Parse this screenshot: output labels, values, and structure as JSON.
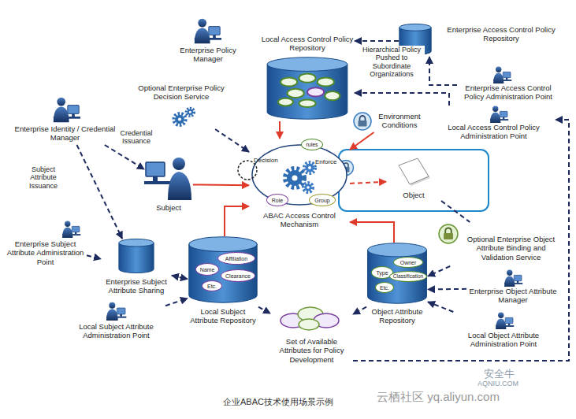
{
  "diagram": {
    "caption": "企业ABAC技术使用场景示例",
    "nodes": [
      {
        "text": [
          "Enterprise Policy Manager"
        ]
      },
      {
        "text": [
          "Local Access Control Policy Repository"
        ]
      },
      {
        "text": [
          "Enterprise Access Control Policy Repository"
        ]
      },
      {
        "text": [
          "Enterprise Access Control Policy Administration Point"
        ]
      },
      {
        "text": [
          "Optional Enterprise Policy Decision Service"
        ]
      },
      {
        "text": [
          "Enterprise Identity / Credential Manager"
        ]
      },
      {
        "text": [
          "Local Access Control Policy Administration Point"
        ]
      },
      {
        "text": [
          "Environment Conditions"
        ]
      },
      {
        "text": [
          "Subject"
        ]
      },
      {
        "text": [
          "ABAC Access Control Mechanism"
        ]
      },
      {
        "text": [
          "rules"
        ],
        "in": 9
      },
      {
        "text": [
          "Role"
        ],
        "in": 9
      },
      {
        "text": [
          "Group"
        ],
        "in": 9
      },
      {
        "text": [
          "Object"
        ]
      },
      {
        "text": [
          "Enterprise Subject Attribute Administration Point"
        ]
      },
      {
        "text": [
          "Optional Enterprise Object Attribute Binding and Validation Service"
        ]
      },
      {
        "text": [
          "Enterprise Subject Attribute Sharing"
        ]
      },
      {
        "text": [
          "Local Subject Attribute Repository"
        ]
      },
      {
        "text": [
          "Name"
        ],
        "in": 17
      },
      {
        "text": [
          "Affiliation"
        ],
        "in": 17
      },
      {
        "text": [
          "Clearance"
        ],
        "in": 17
      },
      {
        "text": [
          "Etc."
        ],
        "in": 17
      },
      {
        "text": [
          "Object Attribute Repository"
        ]
      },
      {
        "text": [
          "Type"
        ],
        "in": 22
      },
      {
        "text": [
          "Owner"
        ],
        "in": 22
      },
      {
        "text": [
          "Classification"
        ],
        "in": 22
      },
      {
        "text": [
          "Etc."
        ],
        "in": 22
      },
      {
        "text": [
          "Enterprise Object Attribute Manager"
        ]
      },
      {
        "text": [
          "Local Subject Attribute Administration Point"
        ]
      },
      {
        "text": [
          "Set of Available Attributes for Policy Development"
        ]
      },
      {
        "text": [
          "Local Object Attribute Administration Point"
        ]
      }
    ],
    "edges": [
      {
        "from": 2,
        "to": 1,
        "arrow": "to",
        "label": "Hierarchical Policy Pushed to Subordinate Organizations"
      },
      {
        "from": 3,
        "to": 2,
        "arrow": "to"
      },
      {
        "from": 6,
        "to": 1,
        "arrow": "to"
      },
      {
        "from": 1,
        "to": 9,
        "arrow": "to"
      },
      {
        "from": 7,
        "to": 9,
        "arrow": "to"
      },
      {
        "from": 8,
        "to": 9,
        "arrow": "to"
      },
      {
        "from": 4,
        "to": 9,
        "arrow": "to"
      },
      {
        "from": 9,
        "to": 13,
        "arrow": "to"
      },
      {
        "from": 5,
        "to": 8,
        "arrow": "to",
        "label": "Credential Issuance"
      },
      {
        "from": 5,
        "to": 16,
        "arrow": "to",
        "label": "Subject Attribute Issuance"
      },
      {
        "from": 14,
        "to": 16,
        "arrow": "to"
      },
      {
        "from": 16,
        "to": 17,
        "arrow": "both"
      },
      {
        "from": 28,
        "to": 17,
        "arrow": "to"
      },
      {
        "from": 17,
        "to": 9,
        "arrow": "to"
      },
      {
        "from": 22,
        "to": 9,
        "arrow": "to"
      },
      {
        "from": 17,
        "to": 29,
        "arrow": "to"
      },
      {
        "from": 22,
        "to": 29,
        "arrow": "to"
      },
      {
        "from": 13,
        "to": 15,
        "arrow": "none"
      },
      {
        "from": 15,
        "to": 22,
        "arrow": "to"
      },
      {
        "from": 27,
        "to": 22,
        "arrow": "to"
      },
      {
        "from": 30,
        "to": 22,
        "arrow": "to"
      },
      {
        "from": 29,
        "to": 6,
        "arrow": "to"
      }
    ],
    "labels": [
      "Decision",
      "Enforce",
      "安全牛",
      "AQNIU.COM",
      "云栖社区 yq.aliyun.com"
    ]
  }
}
